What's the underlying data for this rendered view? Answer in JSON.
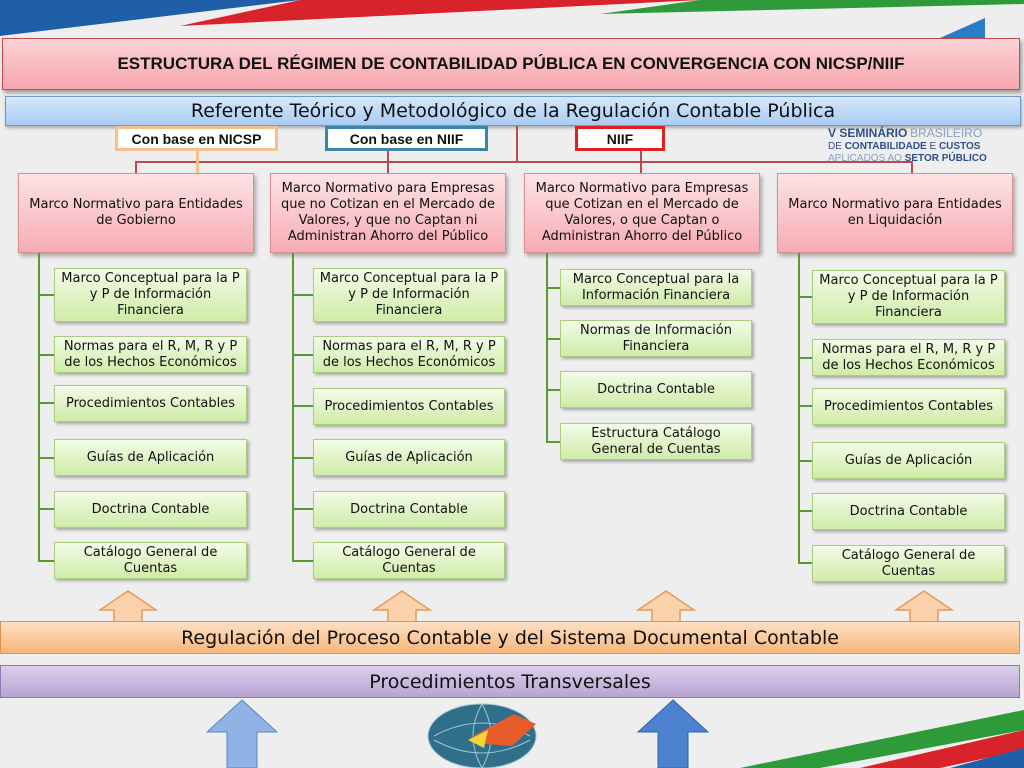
{
  "title": "ESTRUCTURA DEL RÉGIMEN DE CONTABILIDAD PÚBLICA EN CONVERGENCIA CON NICSP/NIIF",
  "referente": "Referente Teórico y Metodológico de la Regulación Contable Pública",
  "bases": [
    {
      "label": "Con base en NICSP",
      "color": "#f5c08e"
    },
    {
      "label": "Con base en NIIF",
      "color": "#3c86a0"
    },
    {
      "label": "NIIF",
      "color": "#e02020"
    }
  ],
  "columns": [
    {
      "header": "Marco Normativo para Entidades de Gobierno",
      "items": [
        "Marco Conceptual para la P y P de Información Financiera",
        "Normas para el R, M, R y P de los Hechos Económicos",
        "Procedimientos Contables",
        "Guías de Aplicación",
        "Doctrina Contable",
        "Catálogo General de Cuentas"
      ]
    },
    {
      "header": "Marco Normativo para Empresas que no Cotizan en el Mercado de Valores, y que no Captan ni Administran Ahorro del Público",
      "items": [
        "Marco Conceptual para la P y P de Información Financiera",
        "Normas para el R, M, R y P de los Hechos Económicos",
        "Procedimientos Contables",
        "Guías de Aplicación",
        "Doctrina Contable",
        "Catálogo General de Cuentas"
      ]
    },
    {
      "header": "Marco Normativo para Empresas que Cotizan en el Mercado de Valores, o que Captan o Administran Ahorro del Público",
      "items": [
        "Marco Conceptual para la Información Financiera",
        "Normas de Información Financiera",
        "Doctrina Contable",
        "Estructura Catálogo General de Cuentas"
      ]
    },
    {
      "header": "Marco Normativo para Entidades en Liquidación",
      "items": [
        "Marco Conceptual para la P y P de Información Financiera",
        "Normas para el R, M, R y P de los Hechos Económicos",
        "Procedimientos Contables",
        "Guías de Aplicación",
        "Doctrina Contable",
        "Catálogo General de Cuentas"
      ]
    }
  ],
  "regulacion": "Regulación del Proceso Contable y del Sistema Documental Contable",
  "transversales": "Procedimientos Transversales",
  "logo": {
    "line1a": "V SEMINÁRIO",
    "line1b": "BRASILEIRO",
    "line2a": "DE",
    "line2b": "CONTABILIDADE",
    "line2c": "E",
    "line2d": "CUSTOS",
    "line3a": "APLICADOS AO",
    "line3b": "SETOR PÚBLICO"
  },
  "colors": {
    "accent_red": "#d8232a",
    "accent_blue": "#1f5fa8",
    "accent_green": "#2e9a3a"
  }
}
